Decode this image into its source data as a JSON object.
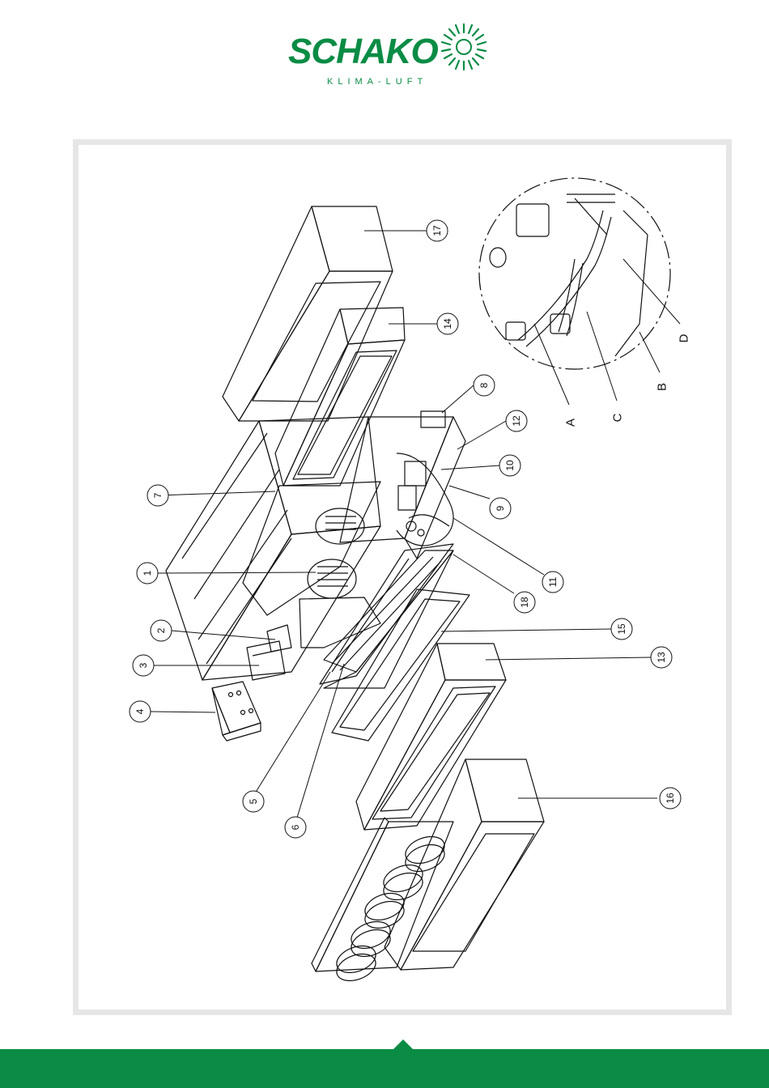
{
  "brand": {
    "name": "SCHAKO",
    "tagline": "KLIMA-LUFT",
    "color": "#0a8c45"
  },
  "diagram": {
    "callouts": [
      "1",
      "2",
      "3",
      "4",
      "5",
      "6",
      "7",
      "8",
      "9",
      "10",
      "11",
      "12",
      "13",
      "14",
      "15",
      "16",
      "17",
      "18"
    ],
    "detail_labels": [
      "A",
      "B",
      "C",
      "D"
    ]
  },
  "colors": {
    "frame": "#e6e6e6",
    "footer": "#0a8c45",
    "line": "#111111"
  }
}
